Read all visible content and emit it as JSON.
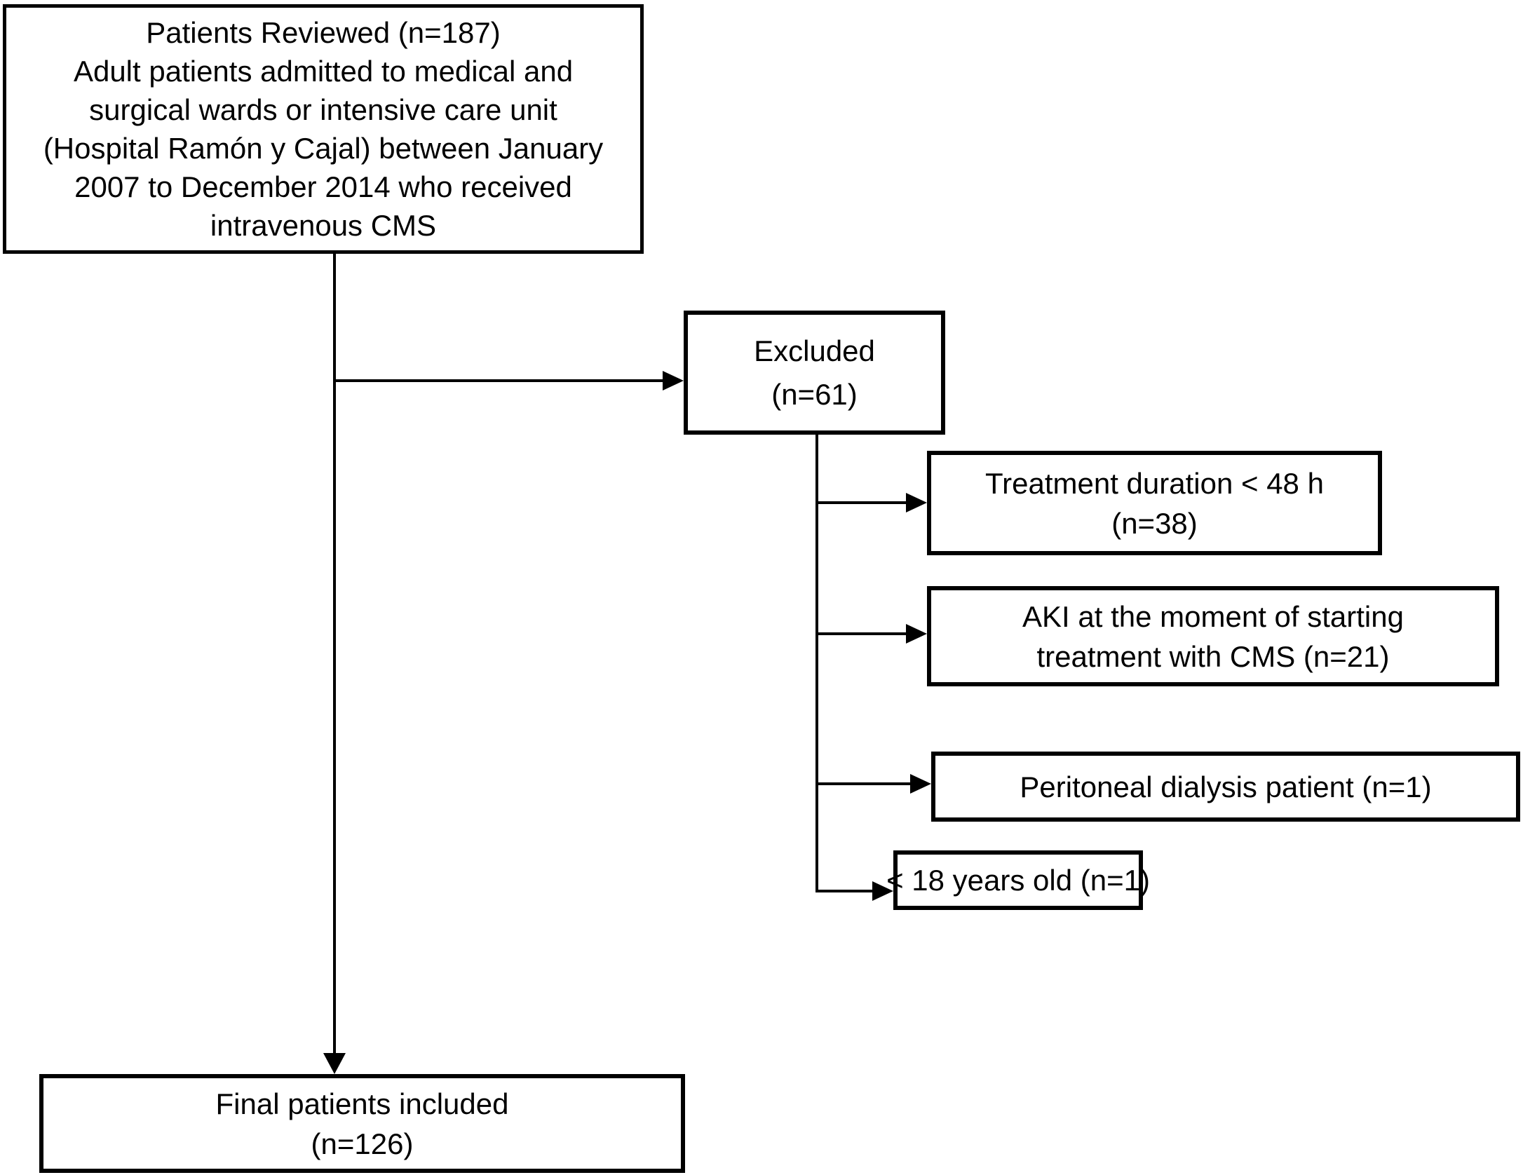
{
  "colors": {
    "ink": "#000000",
    "background": "#ffffff"
  },
  "boxes": {
    "reviewed": {
      "lines": [
        "Patients Reviewed (n=187)",
        "Adult patients admitted to medical and",
        "surgical wards or intensive care unit",
        "(Hospital Ramón y Cajal) between January",
        "2007 to December 2014 who received",
        "intravenous CMS"
      ]
    },
    "excluded": {
      "lines": [
        "Excluded",
        "(n=61)"
      ]
    },
    "treatment_duration": {
      "lines": [
        "Treatment duration < 48 h",
        "(n=38)"
      ]
    },
    "aki": {
      "lines": [
        "AKI at the moment of starting",
        "treatment with CMS (n=21)"
      ]
    },
    "peritoneal": {
      "lines": [
        "Peritoneal dialysis patient (n=1)"
      ]
    },
    "under_18": {
      "lines": [
        "< 18 years old (n=1)"
      ]
    },
    "final": {
      "lines": [
        "Final patients included",
        "(n=126)"
      ]
    }
  }
}
